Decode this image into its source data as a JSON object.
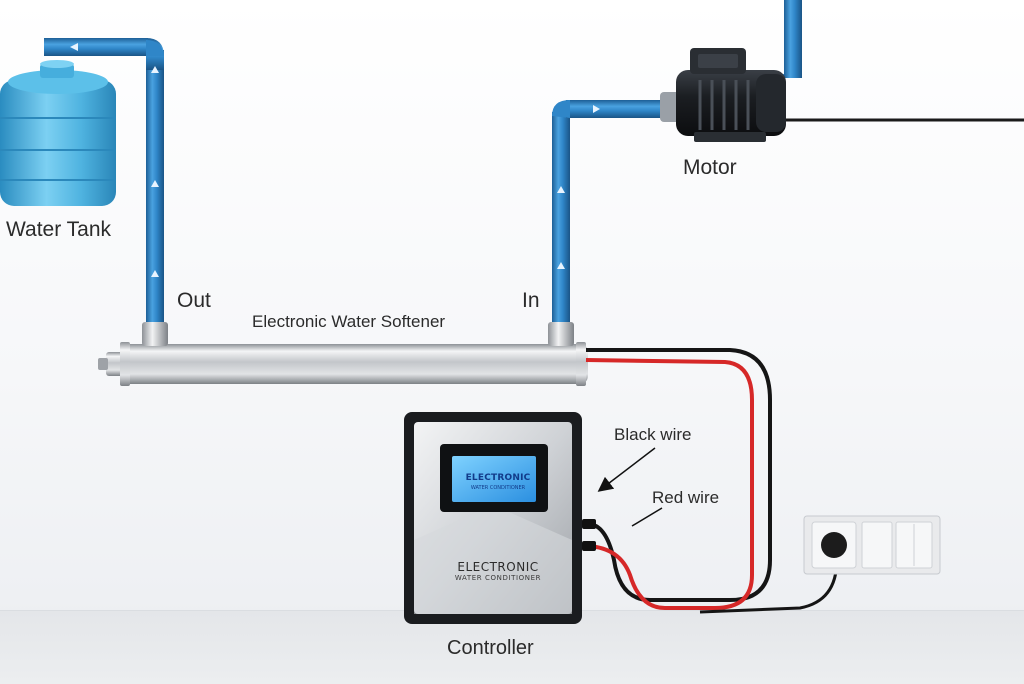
{
  "labels": {
    "water_tank": "Water Tank",
    "motor": "Motor",
    "out": "Out",
    "in": "In",
    "softener": "Electronic Water Softener",
    "black_wire": "Black wire",
    "red_wire": "Red wire",
    "controller": "Controller"
  },
  "controller_device": {
    "screen_text": "ELECTRONIC",
    "screen_subtext": "WATER CONDITIONER",
    "brand_line1": "ELECTRONIC",
    "brand_line2": "WATER CONDITIONER"
  },
  "colors": {
    "pipe_blue": "#2f86c8",
    "tank_blue": "#4fb3e0",
    "red_wire": "#d62828",
    "black_wire": "#151515",
    "steel": "#c9ccd0"
  }
}
